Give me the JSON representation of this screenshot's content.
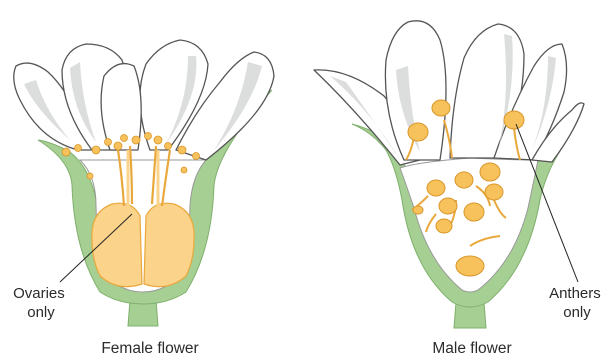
{
  "figure": {
    "female": {
      "caption": "Female flower",
      "label_line1": "Ovaries",
      "label_line2": "only"
    },
    "male": {
      "caption": "Male flower",
      "label_line1": "Anthers",
      "label_line2": "only"
    }
  },
  "colors": {
    "petal_fill": "#ffffff",
    "petal_shade": "#cfd0d0",
    "petal_outline": "#555555",
    "sepal_green": "#a6cf93",
    "sepal_edge": "#7fb06c",
    "ovary_fill": "#fbd38a",
    "ovary_edge": "#e9a83c",
    "anther_fill": "#f7c25b",
    "anther_edge": "#d9962a",
    "pointer_line": "#222222",
    "text": "#2b2b2b"
  }
}
